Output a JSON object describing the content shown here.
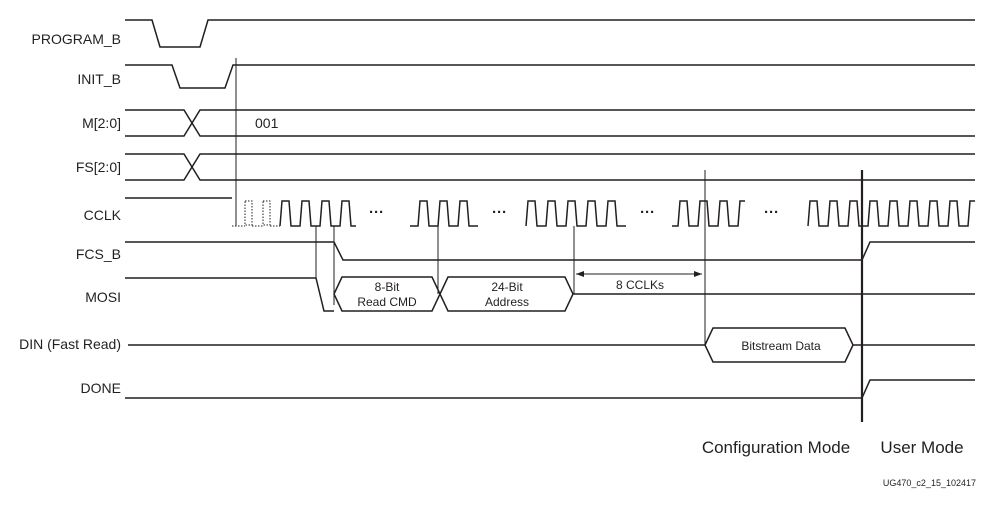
{
  "signals": [
    {
      "id": "program_b",
      "label": "PROGRAM_B"
    },
    {
      "id": "init_b",
      "label": "INIT_B"
    },
    {
      "id": "m",
      "label": "M[2:0]"
    },
    {
      "id": "fs",
      "label": "FS[2:0]"
    },
    {
      "id": "cclk",
      "label": "CCLK"
    },
    {
      "id": "fcs_b",
      "label": "FCS_B"
    },
    {
      "id": "mosi",
      "label": "MOSI"
    },
    {
      "id": "din",
      "label": "DIN (Fast Read)"
    },
    {
      "id": "done",
      "label": "DONE"
    }
  ],
  "bus_values": {
    "m_value": "001"
  },
  "mosi_fields": {
    "cmd_line1": "8-Bit",
    "cmd_line2": "Read CMD",
    "addr_line1": "24-Bit",
    "addr_line2": "Address",
    "gap_label": "8 CCLKs"
  },
  "din_field": "Bitstream Data",
  "ellipsis": "···",
  "modes": {
    "config": "Configuration Mode",
    "user": "User Mode"
  },
  "figure_id": "UG470_c2_15_102417"
}
